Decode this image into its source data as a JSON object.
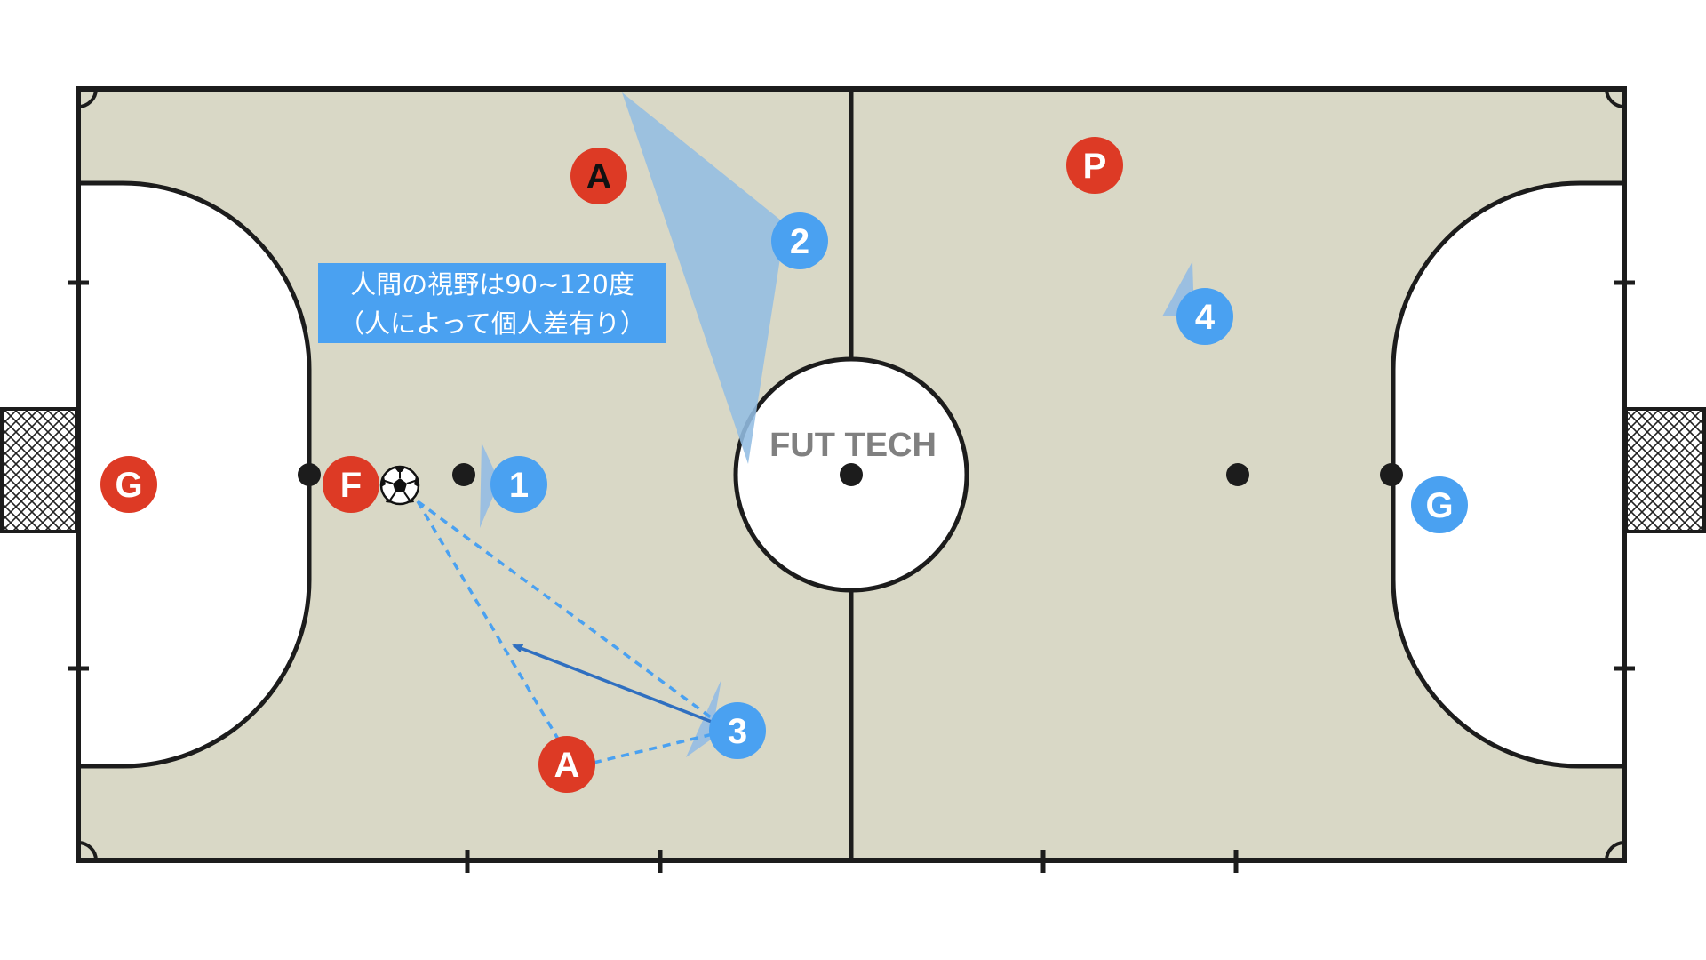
{
  "watermark": "FUT TECH",
  "note": {
    "line1": "人間の視野は90~120度",
    "line2": "（人によって個人差有り）"
  },
  "players": {
    "red_a_top": "A",
    "red_p": "P",
    "red_g": "G",
    "red_f": "F",
    "red_a_bottom": "A",
    "blue_1": "1",
    "blue_2": "2",
    "blue_3": "3",
    "blue_4": "4",
    "blue_g": "G"
  },
  "colors": {
    "court": "#d9d8c6",
    "line": "#1c1c1c",
    "red_team": "#dd3a25",
    "blue_team": "#4aa1f1",
    "vision_cone": "#93bde3",
    "note_bg": "#4aa1f1"
  }
}
